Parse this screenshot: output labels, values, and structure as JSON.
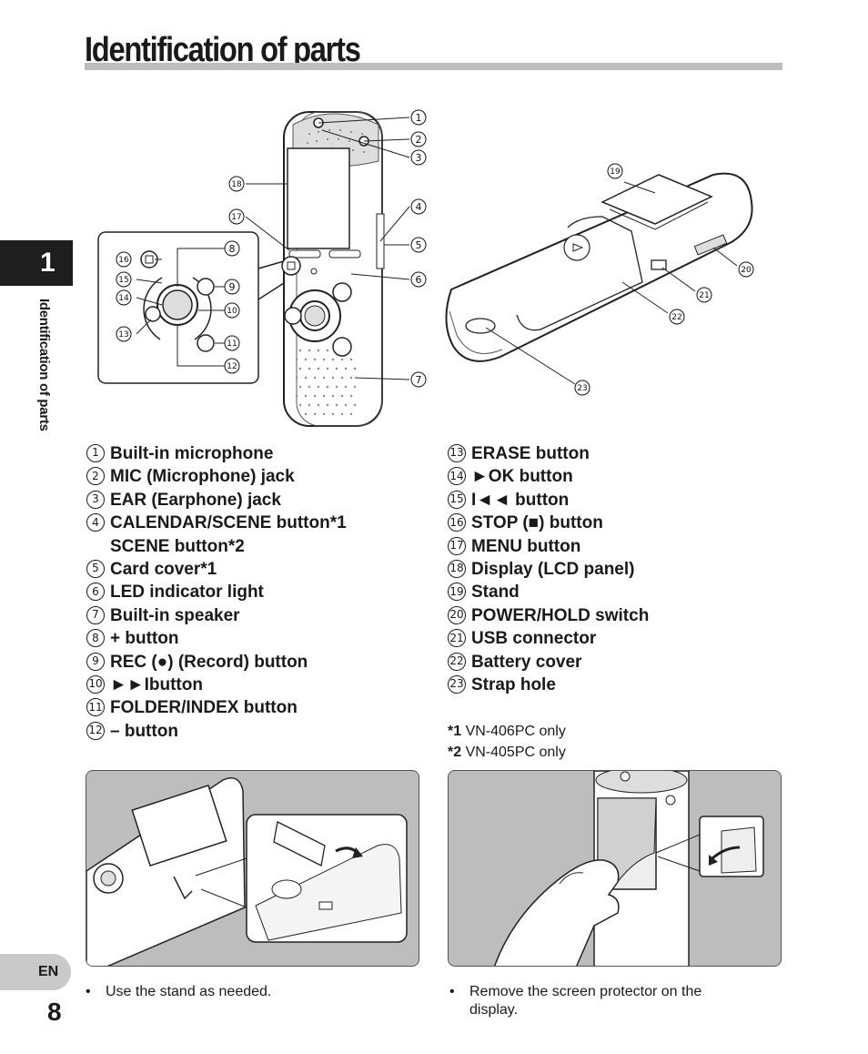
{
  "page": {
    "title": "Identification of parts",
    "chapter_number": "1",
    "chapter_label": "Identification of parts",
    "language": "EN",
    "page_number": "8"
  },
  "callouts": {
    "n1": "1",
    "n2": "2",
    "n3": "3",
    "n4": "4",
    "n5": "5",
    "n6": "6",
    "n7": "7",
    "n8": "8",
    "n9": "9",
    "n10": "10",
    "n11": "11",
    "n12": "12",
    "n13": "13",
    "n14": "14",
    "n15": "15",
    "n16": "16",
    "n17": "17",
    "n18": "18",
    "n19": "19",
    "n20": "20",
    "n21": "21",
    "n22": "22",
    "n23": "23"
  },
  "parts_left": [
    {
      "num": "1",
      "bold": "Built-in microphone",
      "rest": ""
    },
    {
      "num": "2",
      "bold": "MIC",
      "rest": " (Microphone) jack"
    },
    {
      "num": "3",
      "bold": "EAR",
      "rest": " (Earphone) jack"
    },
    {
      "num": "4",
      "bold": "CALENDAR/SCENE",
      "rest": " button*1",
      "line2_bold": "SCENE",
      "line2_rest": " button*2"
    },
    {
      "num": "5",
      "bold": "Card cover*1",
      "rest": ""
    },
    {
      "num": "6",
      "bold": "LED indicator light",
      "rest": ""
    },
    {
      "num": "7",
      "bold": "Built-in speaker",
      "rest": ""
    },
    {
      "num": "8",
      "bold": "+ button",
      "rest": ""
    },
    {
      "num": "9",
      "bold": "REC",
      "rest": " (●) (Record) button"
    },
    {
      "num": "10",
      "bold": "►►I",
      "rest": "button"
    },
    {
      "num": "11",
      "bold": "FOLDER/INDEX",
      "rest": " button"
    },
    {
      "num": "12",
      "bold": "– button",
      "rest": ""
    }
  ],
  "parts_right": [
    {
      "num": "13",
      "bold": "ERASE",
      "rest": " button"
    },
    {
      "num": "14",
      "bold": "►OK",
      "rest": " button"
    },
    {
      "num": "15",
      "bold": "I◄◄",
      "rest": " button"
    },
    {
      "num": "16",
      "bold": "STOP",
      "rest": " (■) button"
    },
    {
      "num": "17",
      "bold": "MENU",
      "rest": " button"
    },
    {
      "num": "18",
      "bold": "Display (LCD panel)",
      "rest": ""
    },
    {
      "num": "19",
      "bold": "Stand",
      "rest": ""
    },
    {
      "num": "20",
      "bold": "POWER/HOLD",
      "rest": " switch"
    },
    {
      "num": "21",
      "bold": "USB connector",
      "rest": ""
    },
    {
      "num": "22",
      "bold": "Battery cover",
      "rest": ""
    },
    {
      "num": "23",
      "bold": "Strap hole",
      "rest": ""
    }
  ],
  "notes": [
    {
      "mark": "*1",
      "text": " VN-406PC only"
    },
    {
      "mark": "*2",
      "text": " VN-405PC only"
    }
  ],
  "captions": {
    "left_bullet": "•",
    "left": "Use the stand as needed.",
    "right_bullet": "•",
    "right": "Remove the screen protector on the display."
  },
  "colors": {
    "tab_dark": "#1e1e1e",
    "tab_light": "#c9c9c9",
    "rule": "#bdbdbd",
    "illustration_bg": "#bdbdbd"
  }
}
